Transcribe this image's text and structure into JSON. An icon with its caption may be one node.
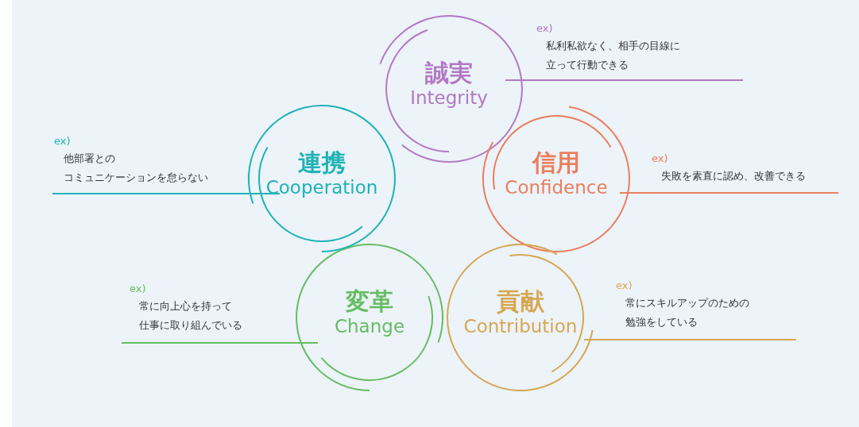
{
  "diagram": {
    "nodes": [
      {
        "text": [
          "誠実",
          "Integrity"
        ],
        "beside": [
          "ex)",
          "私利私欲なく、相手の目線に立って行動できる"
        ]
      },
      {
        "text": [
          "信用",
          "Confidence"
        ],
        "beside": [
          "ex)",
          "失敗を素直に認め、改善できる"
        ]
      },
      {
        "text": [
          "貢献",
          "Contribution"
        ],
        "beside": [
          "ex)",
          "常にスキルアップのための勉強をしている"
        ]
      },
      {
        "text": [
          "変革",
          "Change"
        ],
        "beside": [
          "ex)",
          "常に向上心を持って仕事に取り組んでいる"
        ]
      },
      {
        "text": [
          "連携",
          "Cooperation"
        ],
        "beside": [
          "ex)",
          "他部署とのコミュニケーションを怠らない"
        ]
      }
    ],
    "edges": []
  }
}
